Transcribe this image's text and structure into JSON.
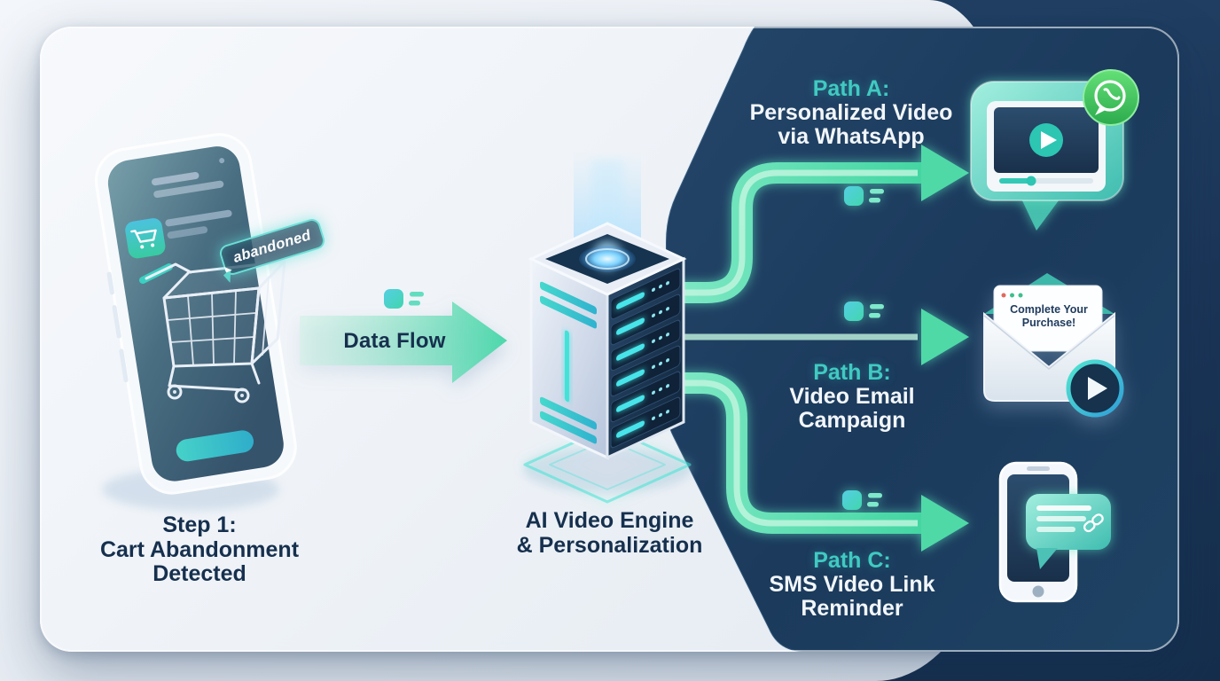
{
  "stage1": {
    "line1": "Step 1:",
    "line2": "Cart Abandonment",
    "line3": "Detected",
    "badge": "abandoned"
  },
  "flow": {
    "label": "Data Flow"
  },
  "engine": {
    "line1": "AI Video Engine",
    "line2": "& Personalization"
  },
  "path_a": {
    "title": "Path A:",
    "line1": "Personalized Video",
    "line2": "via WhatsApp"
  },
  "path_b": {
    "title": "Path B:",
    "line1": "Video Email",
    "line2": "Campaign"
  },
  "path_c": {
    "title": "Path C:",
    "line1": "SMS Video Link",
    "line2": "Reminder"
  },
  "email_note": {
    "line1": "Complete Your",
    "line2": "Purchase!"
  },
  "icons": {
    "left": "phone-with-abandoned-cart",
    "center": "ai-server-tower",
    "flow": "data-packet",
    "path_a": "video-message-bubble-with-whatsapp-logo",
    "path_b": "open-envelope-with-video-play-button",
    "path_c": "phone-with-sms-chat-bubble-and-link"
  },
  "colors": {
    "accent_teal": "#40cac2",
    "arrow_mint": "#4fd9a7",
    "panel_navy": "#1b3a5c",
    "whatsapp_green": "#3fc95c",
    "text_dark": "#16304e",
    "text_light": "#f2f6fa"
  }
}
